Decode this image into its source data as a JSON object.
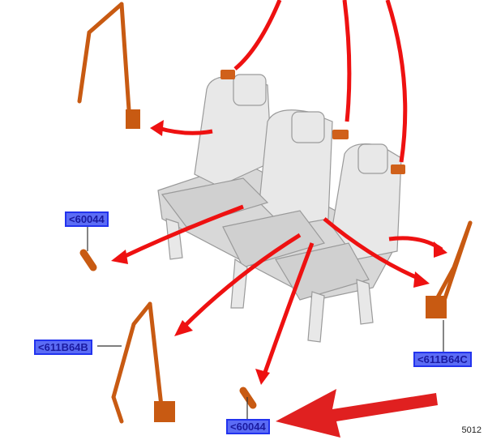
{
  "callouts": {
    "left_upper": "<60044",
    "left_lower": "<611B64B",
    "right": "<611B64C",
    "bottom": "<60044"
  },
  "figure_number": "5012",
  "colors": {
    "belt": "#c85a12",
    "arrow": "#ee1111",
    "big_arrow": "#e02020",
    "callout_bg": "#5b6cf5",
    "seat": "#e6e6e6"
  }
}
